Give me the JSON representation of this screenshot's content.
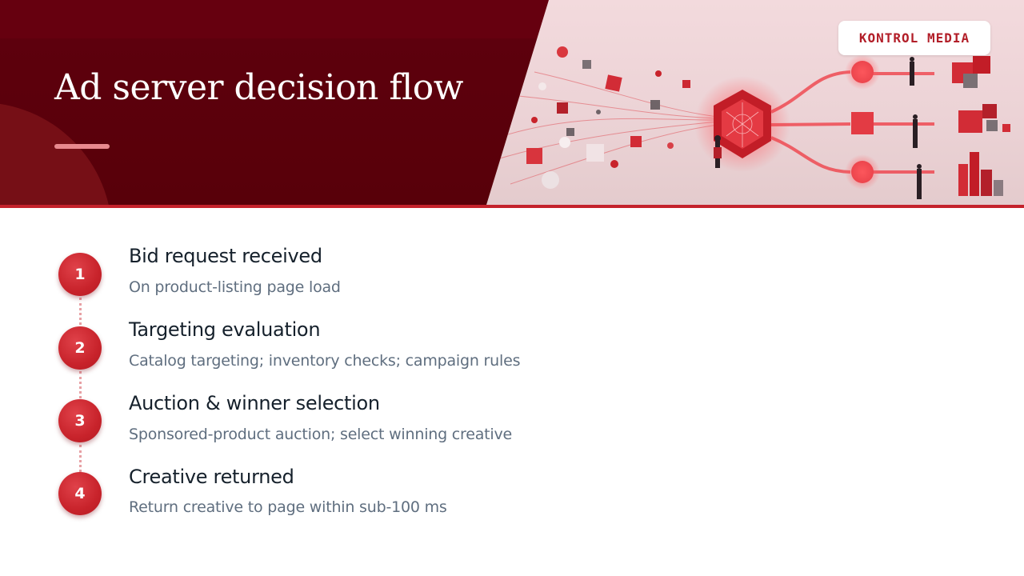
{
  "slide": {
    "title": "Ad server decision flow",
    "brand": "KONTROL MEDIA",
    "accent_color": "#c4222c",
    "header_color": "#5a000c"
  },
  "steps": [
    {
      "number": "1",
      "title": "Bid request received",
      "description": "On product-listing page load"
    },
    {
      "number": "2",
      "title": "Targeting evaluation",
      "description": "Catalog targeting; inventory checks; campaign rules"
    },
    {
      "number": "3",
      "title": "Auction & winner selection",
      "description": "Sponsored-product auction; select winning creative"
    },
    {
      "number": "4",
      "title": "Creative returned",
      "description": "Return creative to page within sub-100 ms"
    }
  ]
}
